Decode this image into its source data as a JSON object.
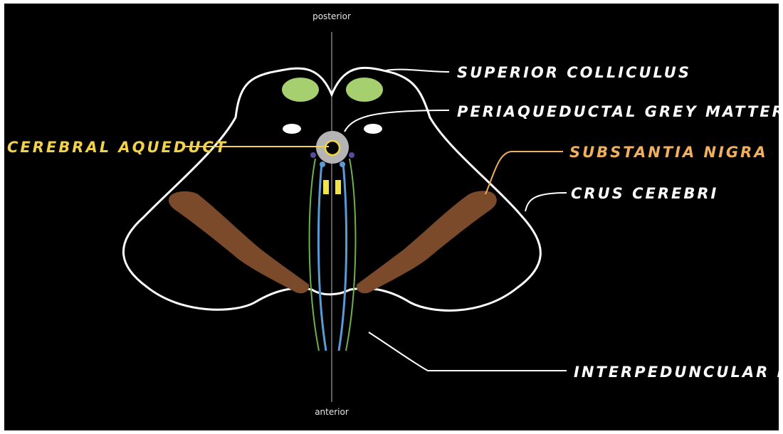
{
  "orientation": {
    "top": "posterior",
    "bottom": "anterior"
  },
  "labels": {
    "superior_colliculus": "SUPERIOR COLLICULUS",
    "periaqueductal_grey": "PERIAQUEDUCTAL GREY MATTER",
    "cerebral_aqueduct": "CEREBRAL AQUEDUCT",
    "substantia_nigra": "SUBSTANTIA NIGRA",
    "crus_cerebri": "CRUS CEREBRI",
    "interpeduncular_fossa": "INTERPEDUNCULAR FOSSA"
  },
  "colors": {
    "background": "#000000",
    "outline": "#ffffff",
    "colliculus": "#a6cf6f",
    "grey_matter": "#b4b4b4",
    "aqueduct_ring": "#f2d24a",
    "substantia_nigra": "#7a4a2a",
    "tract_green": "#6fb04a",
    "tract_blue": "#5b9bd5",
    "nucleus_yellow": "#f0e24a",
    "label_white": "#ffffff",
    "label_yellow": "#f2d24a",
    "label_orange": "#f0b060"
  }
}
